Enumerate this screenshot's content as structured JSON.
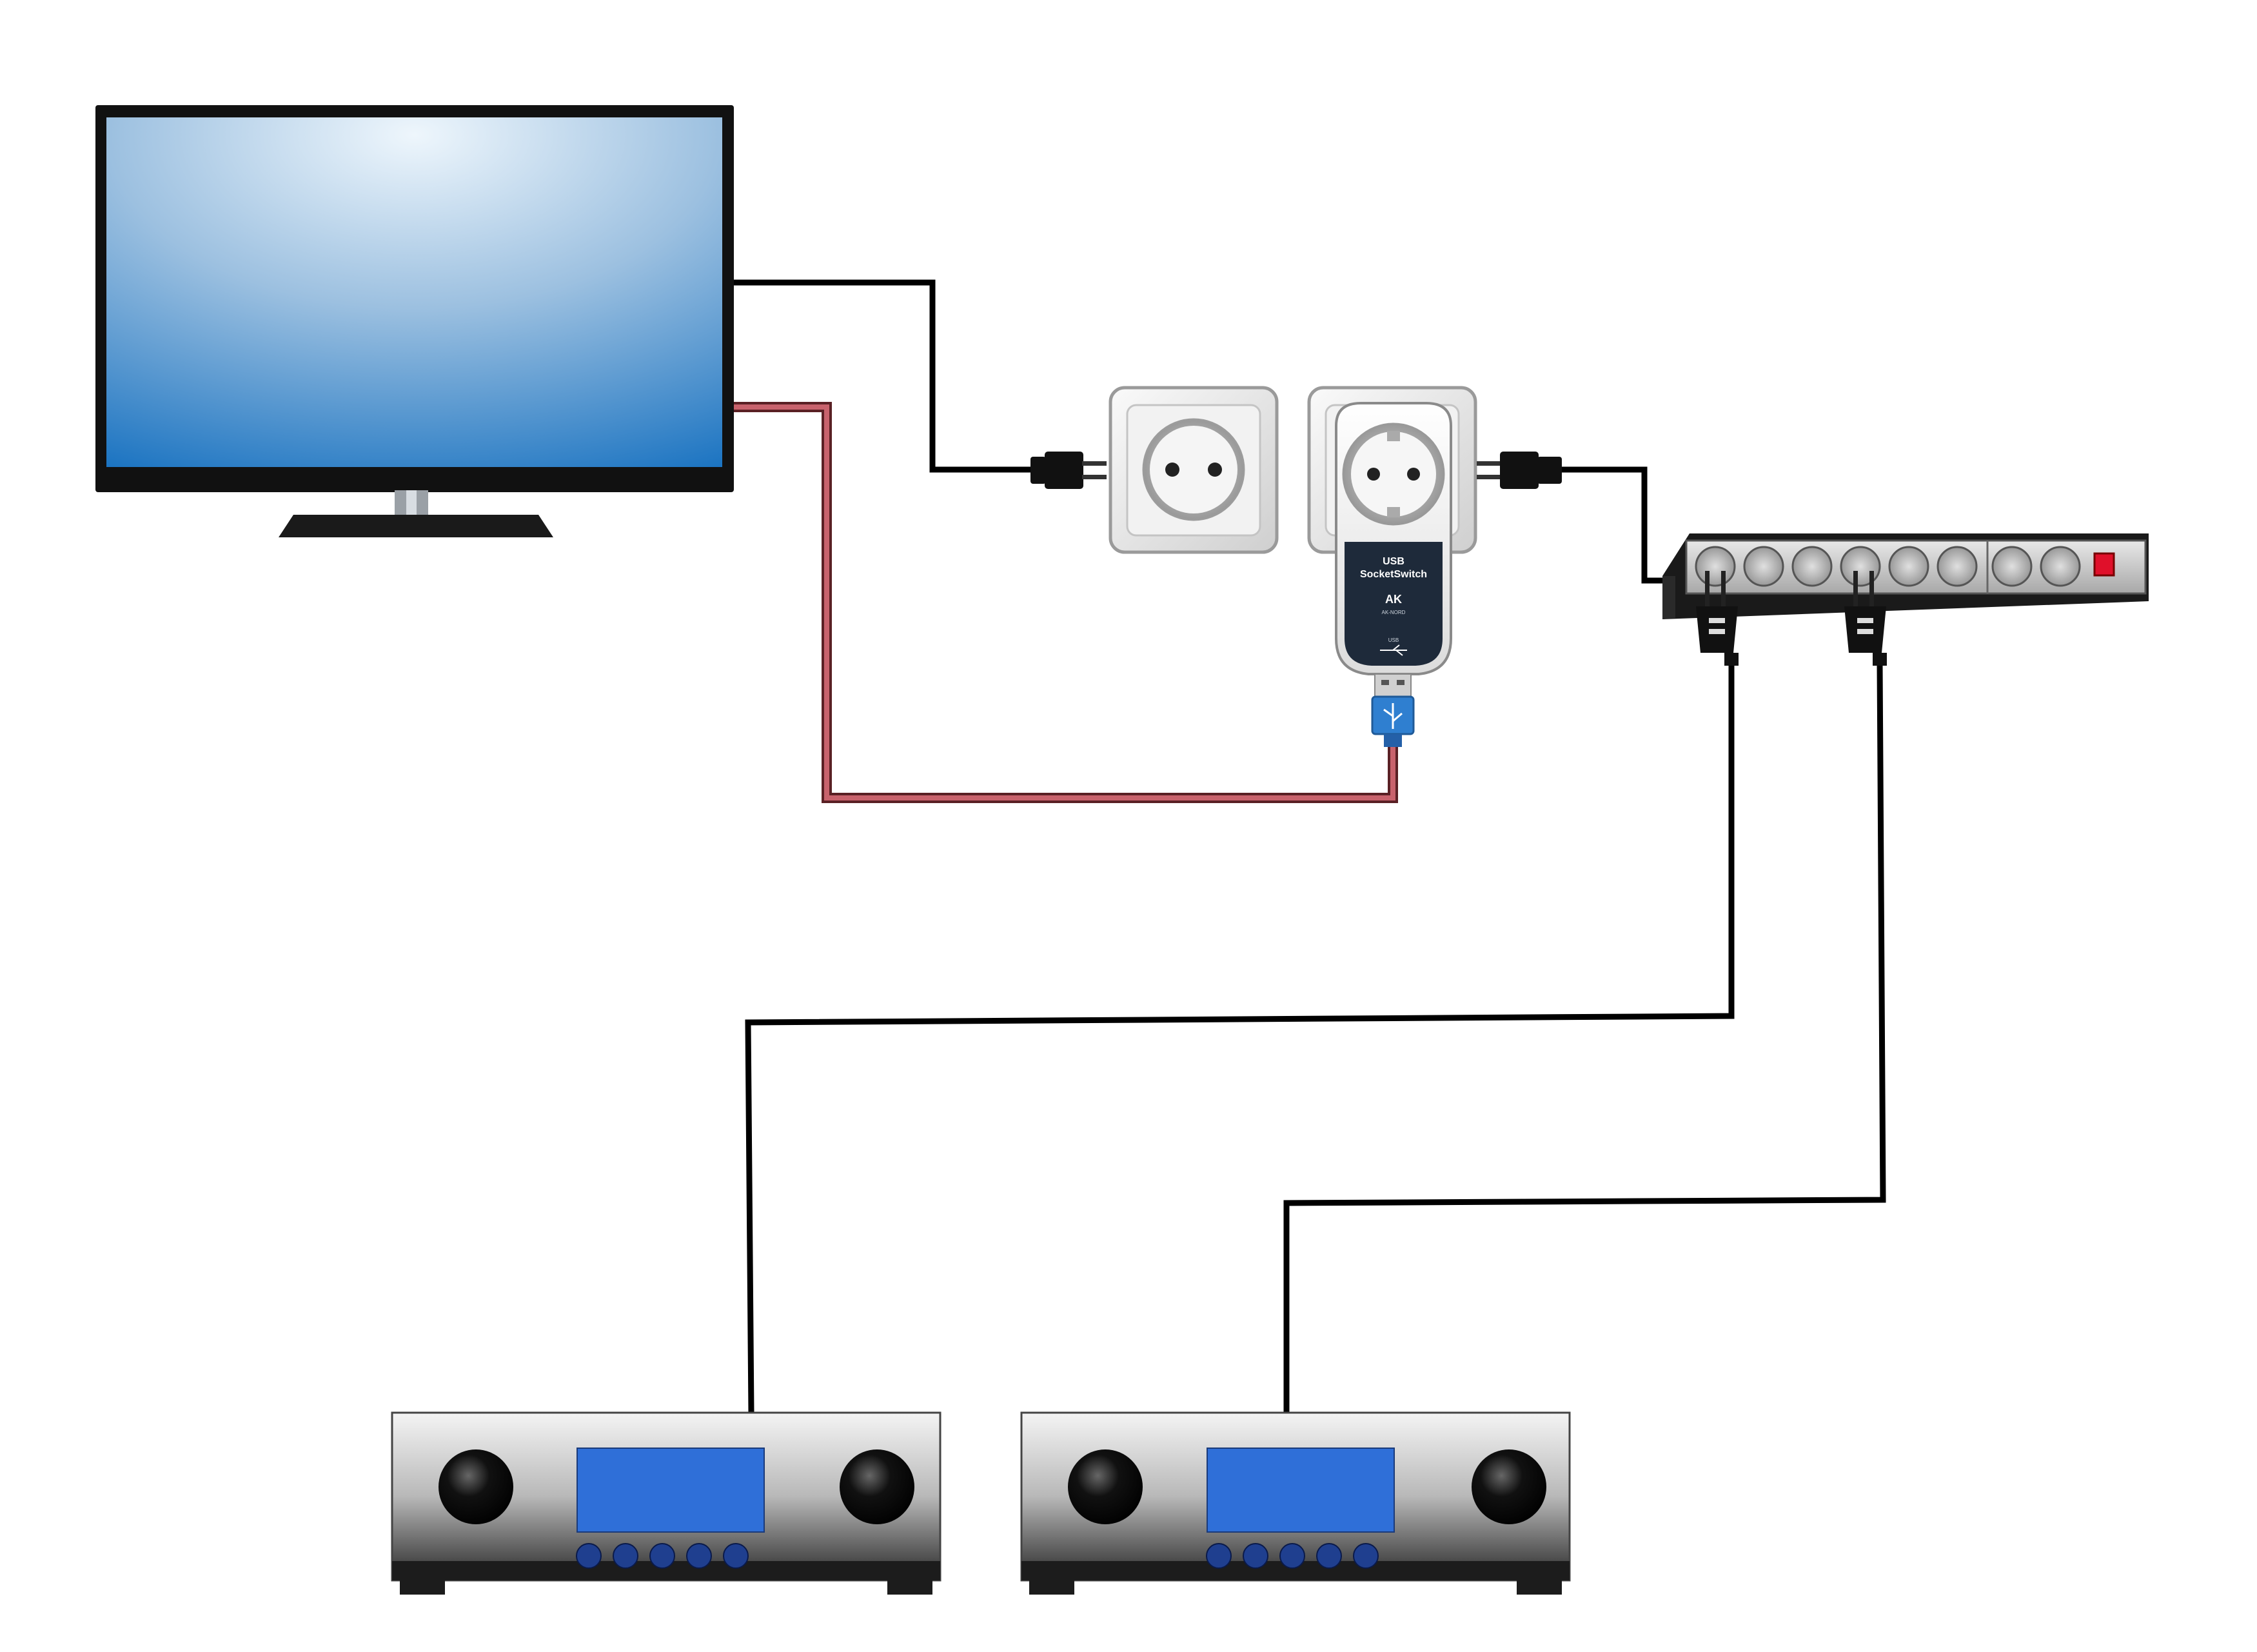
{
  "socket_switch": {
    "label_line1": "USB",
    "label_line2": "SocketSwitch",
    "brand_mark": "AK",
    "model": "AK-NORD",
    "port_label": "USB"
  },
  "colors": {
    "power_cable": "#000000",
    "usb_cable": "#c0505a",
    "usb_plug": "#2f7fd0",
    "screen_gradient_light": "#e8f2fa",
    "screen_gradient_dark": "#1670c0",
    "receiver_display": "#2f6fd8",
    "receiver_buttons": "#1f3f8f",
    "power_strip_switch": "#e0102a"
  },
  "icons": {
    "tv": "flat-screen-tv-icon",
    "wall_socket": "wall-socket-icon",
    "socket_switch": "usb-socket-switch-icon",
    "power_strip": "power-strip-icon",
    "receiver": "av-receiver-icon",
    "usb_plug": "usb-plug-icon"
  }
}
